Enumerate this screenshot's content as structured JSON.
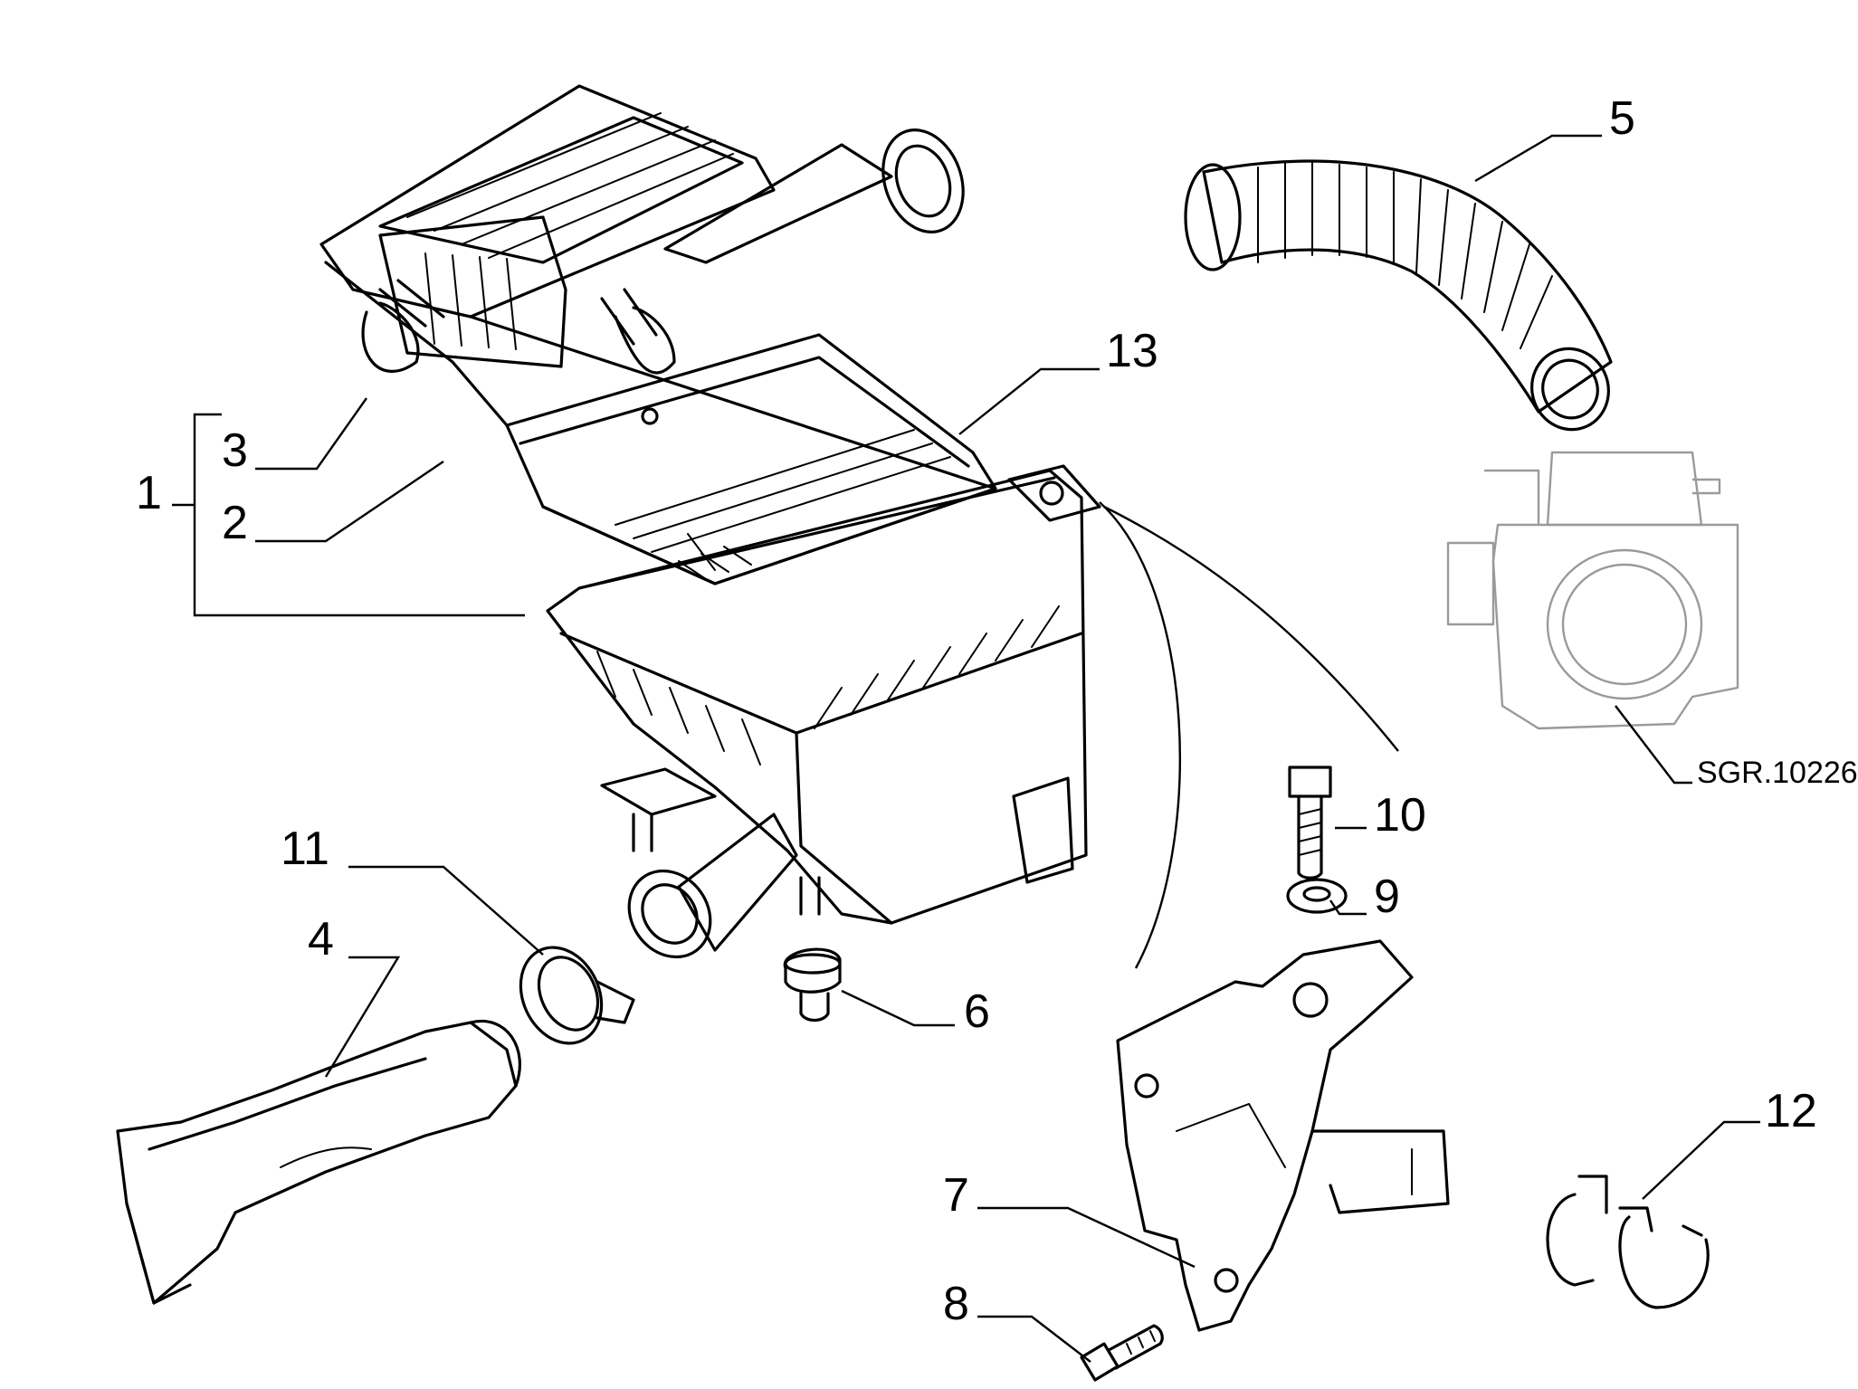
{
  "callouts": {
    "c1": "1",
    "c2": "2",
    "c3": "3",
    "c4": "4",
    "c5": "5",
    "c6": "6",
    "c7": "7",
    "c8": "8",
    "c9": "9",
    "c10": "10",
    "c11": "11",
    "c12": "12",
    "c13": "13"
  },
  "reference": "SGR.10226",
  "colors": {
    "line": "#000000",
    "ghost": "#9a9a9a",
    "background": "#ffffff"
  }
}
